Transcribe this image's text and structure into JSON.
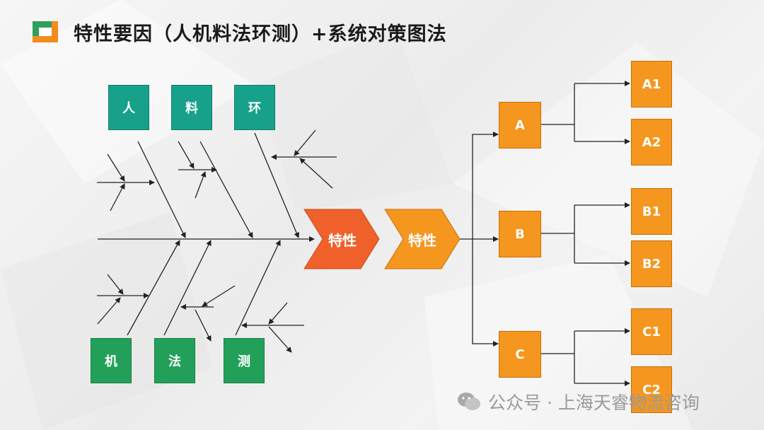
{
  "title": "特性要因（人机料法环测）+系统对策图法",
  "fishbone": {
    "top_causes": [
      "人",
      "料",
      "环"
    ],
    "bottom_causes": [
      "机",
      "法",
      "测"
    ],
    "characteristic": "特性"
  },
  "strategy": {
    "root": "特性",
    "branches": [
      {
        "label": "A",
        "children": [
          "A1",
          "A2"
        ]
      },
      {
        "label": "B",
        "children": [
          "B1",
          "B2"
        ]
      },
      {
        "label": "C",
        "children": [
          "C1",
          "C2"
        ]
      }
    ]
  },
  "watermark": "公众号 · 上海天睿物流咨询",
  "colors": {
    "teal": "#17a08a",
    "green": "#22a05a",
    "orange": "#f5961e",
    "red_orange": "#f0602a",
    "logo_green": "#2da05a",
    "logo_orange": "#f28c1e"
  }
}
